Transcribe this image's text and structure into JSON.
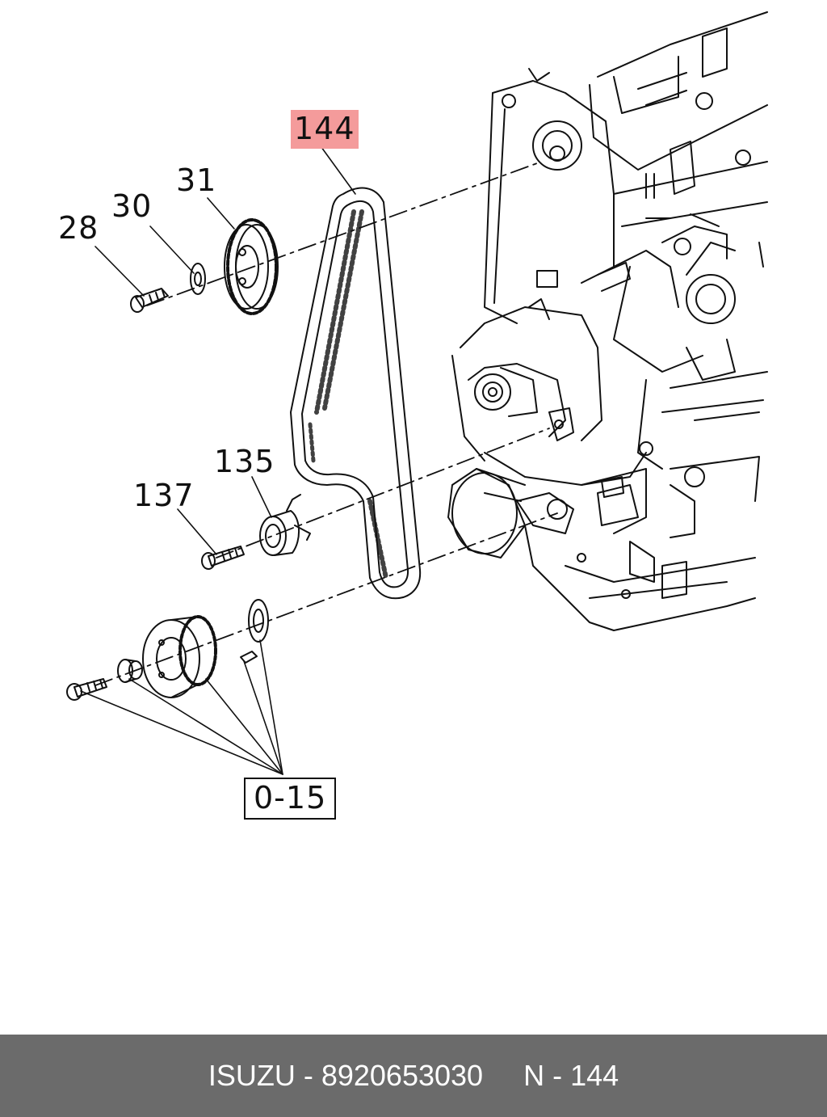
{
  "callouts": {
    "c144": "144",
    "c31": "31",
    "c30": "30",
    "c28": "28",
    "c135": "135",
    "c137": "137",
    "c015": "0-15"
  },
  "footer": {
    "brand": "ISUZU",
    "sep1": " - ",
    "part_number": "8920653030",
    "gap": "     ",
    "ref_letter": "N",
    "sep2": " - ",
    "ref_number": "144"
  },
  "colors": {
    "highlight": "#f49b9b",
    "footer_bg": "#6b6b6b",
    "line": "#111111"
  }
}
